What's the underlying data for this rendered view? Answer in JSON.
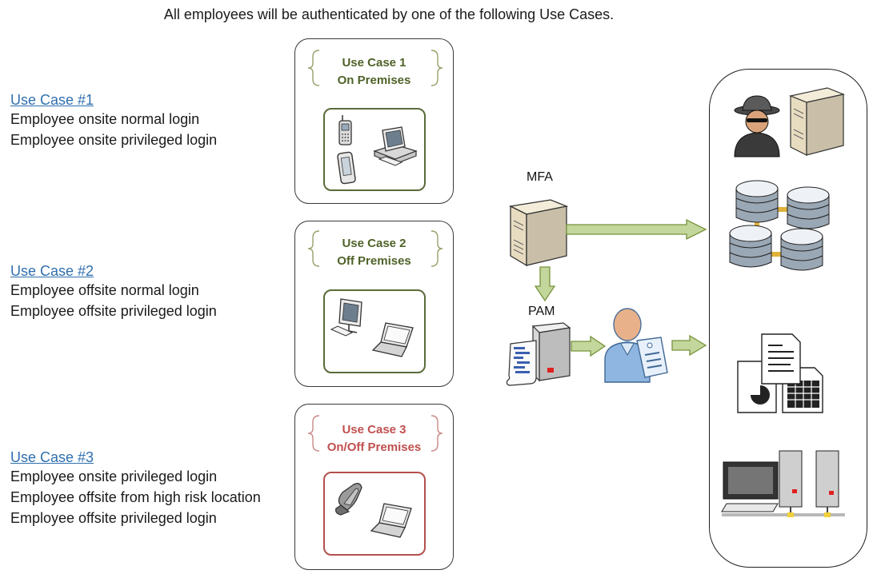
{
  "header": "All employees will be authenticated by one of the following Use Cases.",
  "use_cases": [
    {
      "link": "Use Case #1",
      "lines": [
        "Employee onsite normal login",
        "Employee onsite privileged login"
      ]
    },
    {
      "link": "Use Case #2",
      "lines": [
        "Employee offsite normal login",
        "Employee offsite privileged login"
      ]
    },
    {
      "link": "Use Case #3",
      "lines": [
        "Employee onsite privileged login",
        "Employee offsite from high risk location",
        "Employee offsite privileged login"
      ]
    }
  ],
  "cards": [
    {
      "title1": "Use Case 1",
      "title2": "On Premises",
      "accent": "#4f6228",
      "devices": [
        "cell-phone-icon",
        "tablet-icon",
        "desktop-computer-icon"
      ]
    },
    {
      "title1": "Use Case 2",
      "title2": "Off Premises",
      "accent": "#4f6228",
      "devices": [
        "desktop-computer-icon",
        "laptop-icon"
      ]
    },
    {
      "title1": "Use Case 3",
      "title2": "On/Off Premises",
      "accent": "#c0504d",
      "devices": [
        "flip-phone-icon",
        "laptop-icon"
      ]
    }
  ],
  "mfa_label": "MFA",
  "pam_label": "PAM",
  "resources": [
    "spy-user-icon",
    "server-icon",
    "database-cluster-icon",
    "documents-icon",
    "network-workstation-icon"
  ],
  "colors": {
    "arrow_fill": "#c3d69b",
    "arrow_stroke": "#77933c",
    "green_title": "#4f6228",
    "red_title": "#c0504d",
    "link": "#2f6fae"
  }
}
